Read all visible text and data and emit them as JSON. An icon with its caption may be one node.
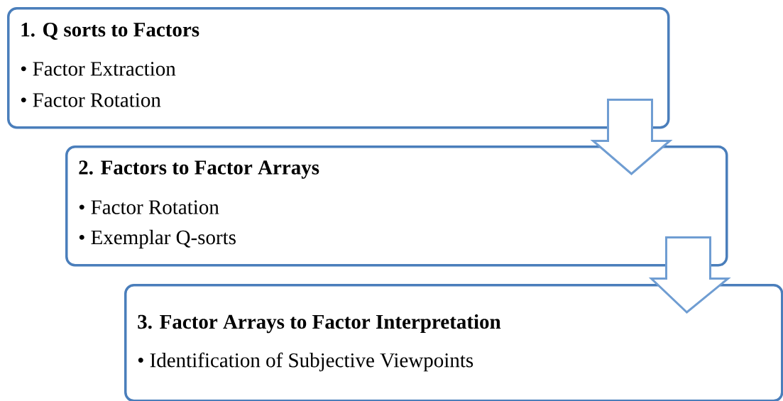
{
  "diagram": {
    "nodes": [
      {
        "text": [
          "1. Q sorts to Factors",
          "• Factor Extraction",
          "• Factor Rotation"
        ]
      },
      {
        "text": [
          "2. Factors to Factor Arrays",
          "• Factor Rotation",
          "• Exemplar Q-sorts"
        ]
      },
      {
        "text": [
          "3. Factor Arrays to Factor Interpretation",
          "• Identification of Subjective Viewpoints"
        ]
      }
    ],
    "edges": [
      {
        "from": 0,
        "to": 1,
        "arrow": "to"
      },
      {
        "from": 1,
        "to": 2,
        "arrow": "to"
      }
    ]
  }
}
